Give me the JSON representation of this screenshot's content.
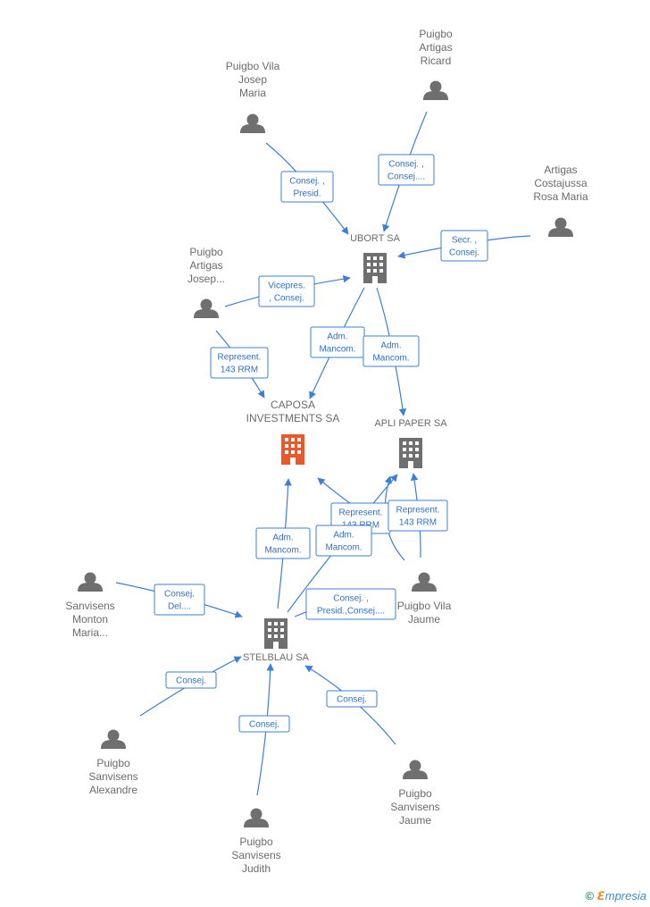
{
  "colors": {
    "edge": "#3d7fd6",
    "person": "#6f6f6f",
    "company": "#6f6f6f",
    "company_highlight": "#e8592b",
    "label": "#6b6b6b"
  },
  "people": [
    {
      "id": "p_vila_josep",
      "name_lines": [
        "Puigbo Vila",
        "Josep",
        "Maria"
      ]
    },
    {
      "id": "p_artigas_ricard",
      "name_lines": [
        "Puigbo",
        "Artigas",
        "Ricard"
      ]
    },
    {
      "id": "p_costajussa",
      "name_lines": [
        "Artigas",
        "Costajussa",
        "Rosa Maria"
      ]
    },
    {
      "id": "p_artigas_josep",
      "name_lines": [
        "Puigbo",
        "Artigas",
        "Josep..."
      ]
    },
    {
      "id": "p_vila_jaume",
      "name_lines": [
        "Puigbo Vila",
        "Jaume"
      ]
    },
    {
      "id": "p_monton",
      "name_lines": [
        "Sanvisens",
        "Monton",
        "Maria..."
      ]
    },
    {
      "id": "p_alexandre",
      "name_lines": [
        "Puigbo",
        "Sanvisens",
        "Alexandre"
      ]
    },
    {
      "id": "p_judith",
      "name_lines": [
        "Puigbo",
        "Sanvisens",
        "Judith"
      ]
    },
    {
      "id": "p_sv_jaume",
      "name_lines": [
        "Puigbo",
        "Sanvisens",
        "Jaume"
      ]
    }
  ],
  "companies": [
    {
      "id": "c_ubort",
      "name_lines": [
        "UBORT SA"
      ],
      "highlight": false
    },
    {
      "id": "c_caposa",
      "name_lines": [
        "CAPOSA",
        "INVESTMENTS SA"
      ],
      "highlight": true
    },
    {
      "id": "c_apli",
      "name_lines": [
        "APLI PAPER SA"
      ],
      "highlight": false
    },
    {
      "id": "c_stelblau",
      "name_lines": [
        "STELBLAU SA"
      ],
      "highlight": false
    }
  ],
  "relations": [
    {
      "id": "r1",
      "lines": [
        "Consej. ,",
        "Presid."
      ]
    },
    {
      "id": "r2",
      "lines": [
        "Consej. ,",
        "Consej...."
      ]
    },
    {
      "id": "r3",
      "lines": [
        "Secr. ,",
        "Consej."
      ]
    },
    {
      "id": "r4",
      "lines": [
        "Vicepres.",
        ", Consej."
      ]
    },
    {
      "id": "r5",
      "lines": [
        "Represent.",
        "143 RRM"
      ]
    },
    {
      "id": "r6",
      "lines": [
        "Adm.",
        "Mancom."
      ]
    },
    {
      "id": "r7",
      "lines": [
        "Adm.",
        "Mancom."
      ]
    },
    {
      "id": "r8",
      "lines": [
        "Represent.",
        "143 RRM"
      ]
    },
    {
      "id": "r9",
      "lines": [
        "Represent.",
        "143 RRM"
      ]
    },
    {
      "id": "r10",
      "lines": [
        "Adm.",
        "Mancom."
      ]
    },
    {
      "id": "r11",
      "lines": [
        "Adm.",
        "Mancom."
      ]
    },
    {
      "id": "r12",
      "lines": [
        "Consej.",
        "Del...."
      ]
    },
    {
      "id": "r13",
      "lines": [
        "Consej. ,",
        "Presid.,Consej...."
      ]
    },
    {
      "id": "r14",
      "lines": [
        "Consej."
      ]
    },
    {
      "id": "r15",
      "lines": [
        "Consej."
      ]
    },
    {
      "id": "r16",
      "lines": [
        "Consej."
      ]
    }
  ],
  "watermark": {
    "symbol": "©",
    "brand_initial": "ℇ",
    "brand_rest": "mpresia"
  }
}
